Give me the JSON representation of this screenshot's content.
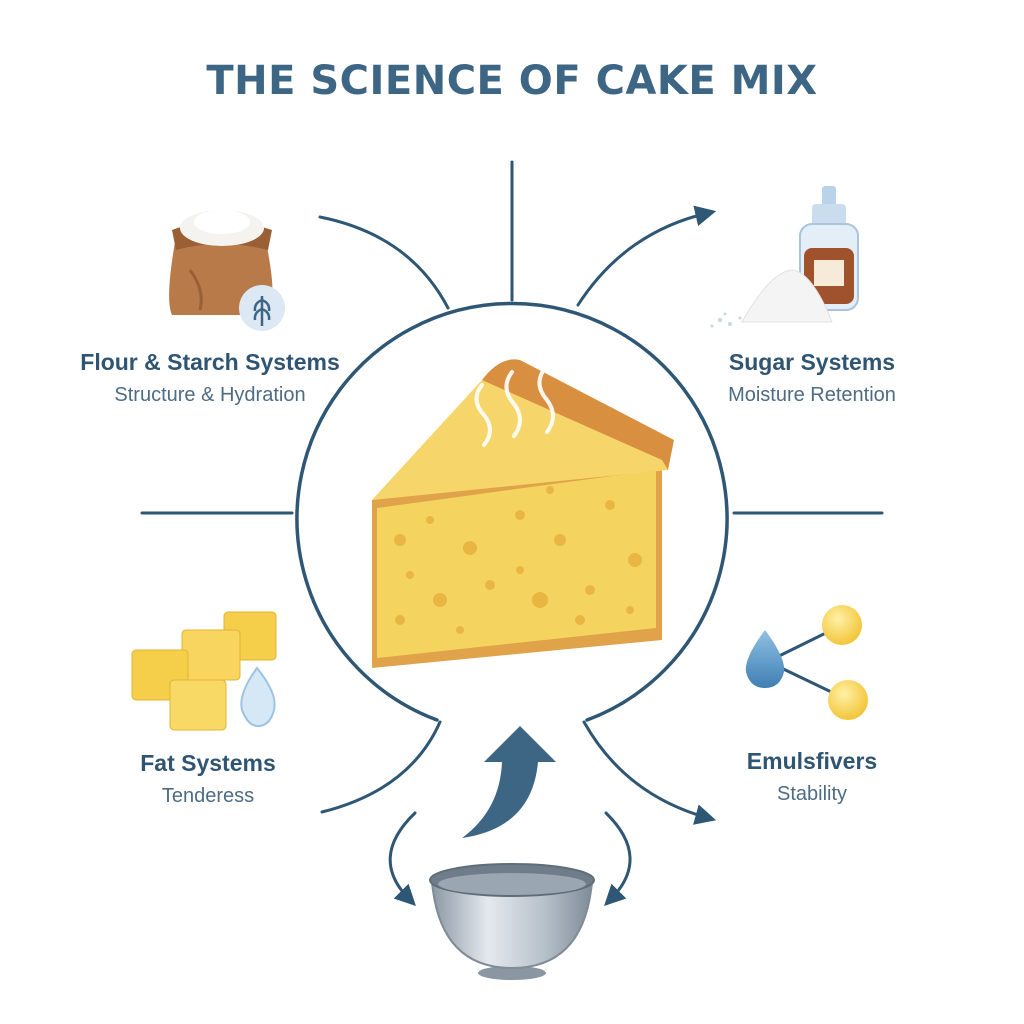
{
  "title": "THE SCIENCE OF CAKE MIX",
  "colors": {
    "title": "#3d6685",
    "heading": "#2f5573",
    "subtitle": "#4e6b84",
    "lines": "#2e5675",
    "cake_crumb": "#f5d35f",
    "cake_crust": "#e0a34a",
    "sack": "#b97a4a",
    "butter": "#f5cf4a",
    "droplet": "#5a9ac8",
    "bowl": "#aeb8c2"
  },
  "categories": [
    {
      "id": "flour",
      "heading": "Flour & Starch Systems",
      "subtitle": "Structure & Hydration",
      "icon": "flour-sack-icon"
    },
    {
      "id": "sugar",
      "heading": "Sugar Systems",
      "subtitle": "Moisture Retention",
      "icon": "sugar-bottle-icon"
    },
    {
      "id": "fat",
      "heading": "Fat Systems",
      "subtitle": "Tenderess",
      "icon": "butter-cubes-icon"
    },
    {
      "id": "emul",
      "heading": "Emulsfivers",
      "subtitle": "Stability",
      "icon": "molecule-icon"
    }
  ],
  "center": {
    "icon": "cake-slice-icon"
  },
  "bottom": {
    "icon": "mixing-bowl-icon"
  }
}
